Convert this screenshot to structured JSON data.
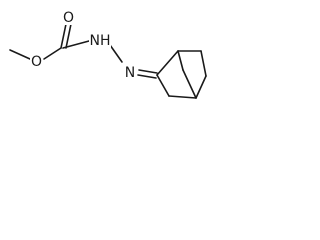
{
  "molecule": {
    "atoms": {
      "carbonyl_oxygen": "O",
      "ester_oxygen": "O",
      "hydrazine_nh": "NH",
      "imine_nitrogen": "N"
    }
  },
  "colors": {
    "bond": "#1a1a1a",
    "background": "#ffffff"
  }
}
